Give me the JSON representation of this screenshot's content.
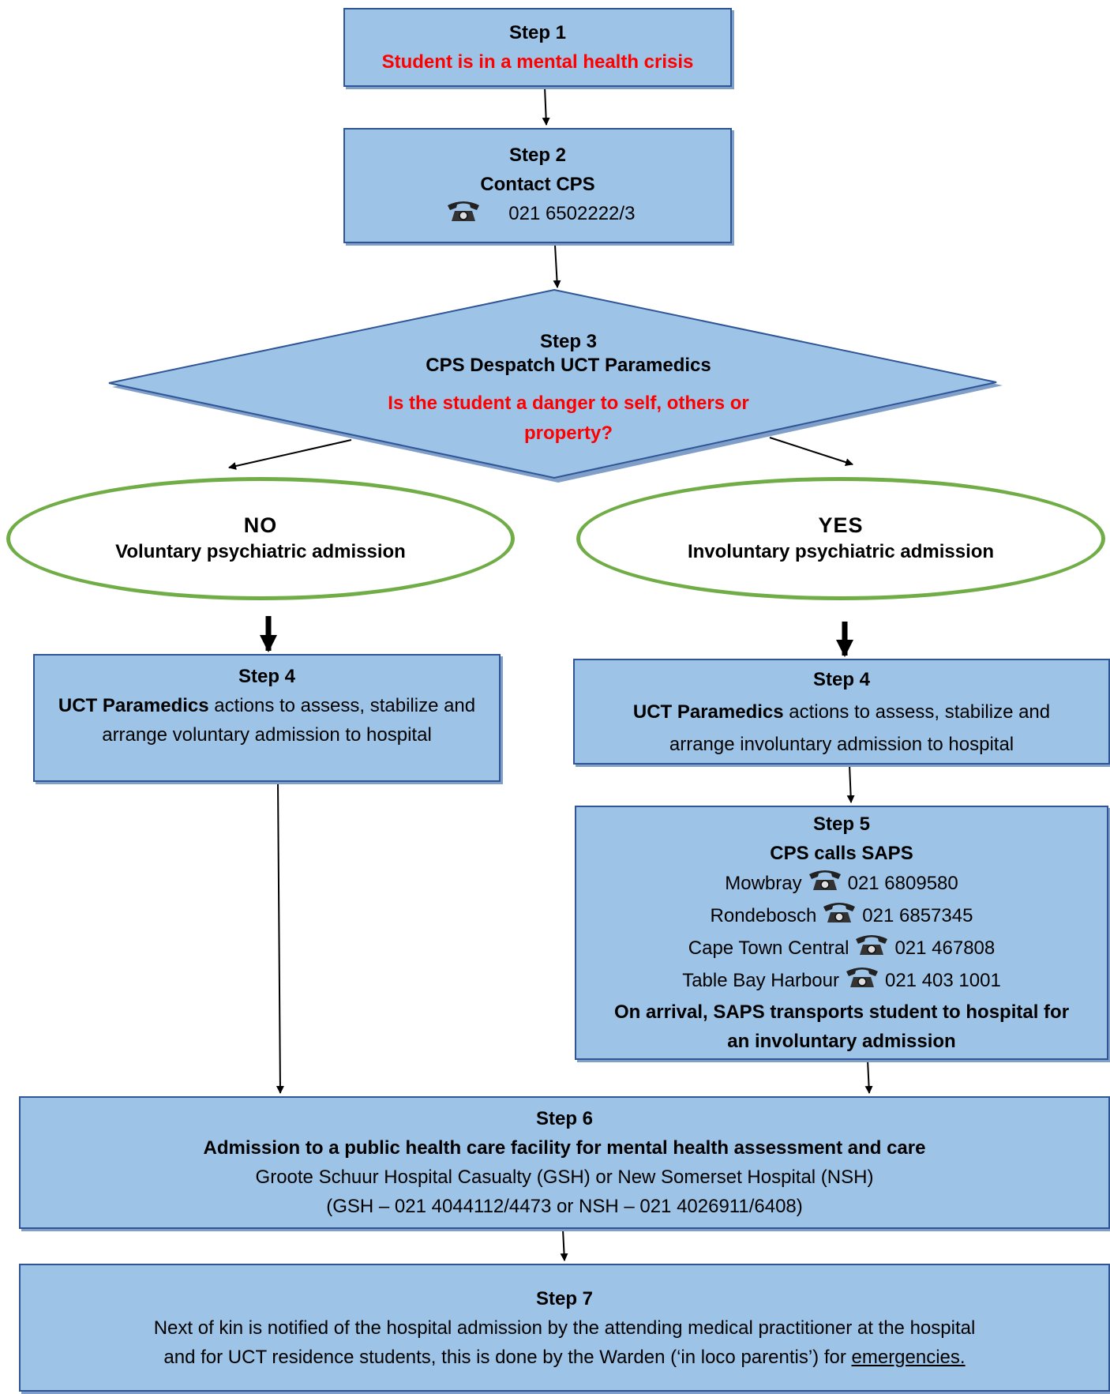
{
  "step1": {
    "title": "Step 1",
    "text": "Student is in a mental health crisis"
  },
  "step2": {
    "title": "Step 2",
    "text": "Contact CPS",
    "phone": "021 6502222/3"
  },
  "step3": {
    "title": "Step 3",
    "subtitle": "CPS Despatch UCT Paramedics",
    "question_line1": "Is the student a danger to self, others or",
    "question_line2": "property?"
  },
  "no": {
    "label": "NO",
    "text": "Voluntary psychiatric admission"
  },
  "yes": {
    "label": "YES",
    "text": "Involuntary psychiatric admission"
  },
  "step4_left": {
    "title": "Step 4",
    "bold": "UCT Paramedics",
    "text1": " actions to assess, stabilize and",
    "text2": "arrange voluntary admission to hospital"
  },
  "step4_right": {
    "title": "Step 4",
    "bold": "UCT Paramedics",
    "text1": " actions to assess, stabilize and",
    "text2": "arrange involuntary admission to hospital"
  },
  "step5": {
    "title": "Step 5",
    "subtitle": "CPS calls SAPS",
    "stations": [
      {
        "name": "Mowbray",
        "phone": "021 6809580"
      },
      {
        "name": "Rondebosch",
        "phone": "021 6857345"
      },
      {
        "name": "Cape Town Central",
        "phone": "021 467808"
      },
      {
        "name": "Table Bay Harbour",
        "phone": "021 403 1001"
      }
    ],
    "footer1": "On arrival, SAPS transports student to hospital for",
    "footer2": "an involuntary admission"
  },
  "step6": {
    "title": "Step 6",
    "subtitle": "Admission to a public health care facility for mental health assessment and care",
    "line1": "Groote Schuur Hospital Casualty (GSH) or New Somerset Hospital (NSH)",
    "line2": "(GSH – 021 4044112/4473 or NSH – 021 4026911/6408)"
  },
  "step7": {
    "title": "Step 7",
    "line1": "Next of kin is notified of the hospital admission by the attending medical practitioner at the hospital",
    "line2": "and for UCT residence students, this is done by the Warden (‘in loco parentis’) for ",
    "link": "emergencies."
  },
  "colors": {
    "box_fill": "#9dc3e6",
    "box_border": "#2f5597",
    "ellipse_border": "#70ad47",
    "alert": "#ff0000"
  }
}
